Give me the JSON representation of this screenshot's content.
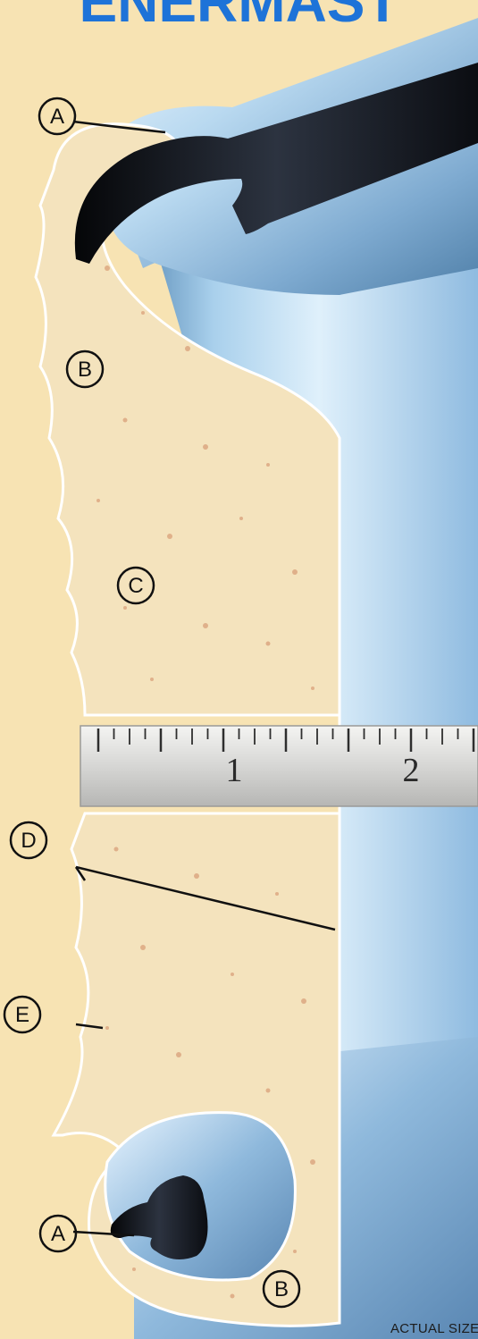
{
  "header": {
    "title_fragment": "ENERMAST"
  },
  "callouts": [
    {
      "id": "A1",
      "label": "A"
    },
    {
      "id": "B1",
      "label": "B"
    },
    {
      "id": "C",
      "label": "C"
    },
    {
      "id": "D",
      "label": "D"
    },
    {
      "id": "E",
      "label": "E"
    },
    {
      "id": "A2",
      "label": "A"
    },
    {
      "id": "B2",
      "label": "B"
    }
  ],
  "ruler": {
    "numbers": [
      "1",
      "2"
    ]
  },
  "caption": "ACTUAL SIZE",
  "colors": {
    "background": "#f7e3b3",
    "title": "#1e73d8",
    "metal_light": "#e6f2fb",
    "metal_mid": "#9fc7e6",
    "metal_dark": "#4f7fa8",
    "foam": "#f4e3bd",
    "gasket": "#121418"
  }
}
